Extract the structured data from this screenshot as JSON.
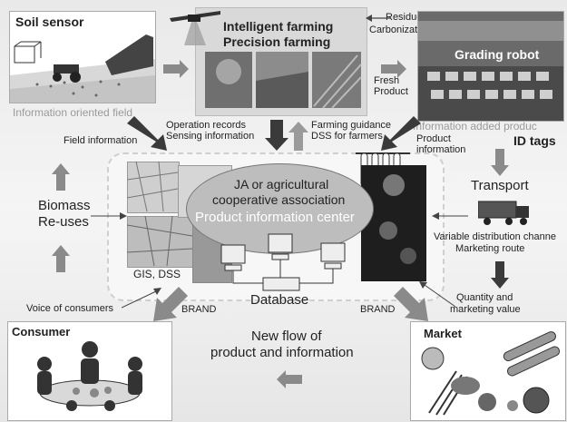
{
  "soil_sensor": {
    "title": "Soil sensor",
    "caption": "Information oriented field"
  },
  "farming": {
    "title_line1": "Intelligent farming",
    "title_line2": "Precision farming"
  },
  "residue": {
    "line1": "Residue",
    "line2": "Carbonization"
  },
  "fresh_product": {
    "line1": "Fresh",
    "line2": "Product"
  },
  "grading_robot": {
    "title": "Grading robot",
    "caption": "Information added produc",
    "id_tags": "ID tags"
  },
  "operation": {
    "line1": "Operation records",
    "line2": "Sensing information"
  },
  "guidance": {
    "line1": "Farming guidance",
    "line2": "DSS for farmers"
  },
  "product_info": {
    "line1": "Product",
    "line2": "information"
  },
  "field_information": "Field information",
  "biomass": {
    "line1": "Biomass",
    "line2": "Re-uses"
  },
  "center": {
    "line1": "JA or agricultural",
    "line2": "cooperative association",
    "line3": "Product information center"
  },
  "gis_dss": "GIS, DSS",
  "database": "Database",
  "transport": "Transport",
  "distribution": {
    "line1": "Variable distribution channe",
    "line2": "Marketing route"
  },
  "quantity": {
    "line1": "Quantity and",
    "line2": "marketing value"
  },
  "voice": "Voice of consumers",
  "brand_left": "BRAND",
  "brand_right": "BRAND",
  "consumer": "Consumer",
  "new_flow": {
    "line1": "New flow of",
    "line2": "product and information"
  },
  "market": "Market",
  "colors": {
    "arrow": "#8a8a8a",
    "dark_arrow": "#3a3a3a",
    "ellipse": "#b9b9b9"
  }
}
